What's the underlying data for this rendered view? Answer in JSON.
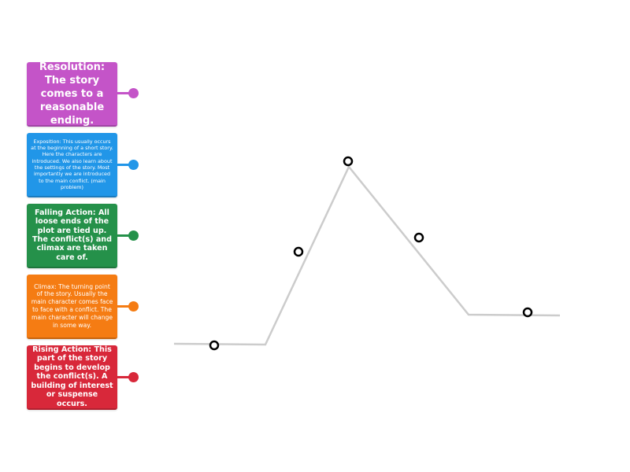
{
  "cards": [
    {
      "id": "resolution",
      "text": "Resolution: The story comes to a reasonable ending.",
      "color": "#c454c8"
    },
    {
      "id": "exposition",
      "text": "Exposition: This usually occurs at the beginning of a short story. Here the characters are introduced. We also learn about the settings of the story. Most importantly we are introduced to the main conflict. (main problem)",
      "color": "#2196e8"
    },
    {
      "id": "falling-action",
      "text": "Falling Action: All loose ends of the plot are tied up. The conflict(s) and climax are taken care of.",
      "color": "#25914a"
    },
    {
      "id": "climax",
      "text": "Climax: The turning point of the story. Usually the main character comes face to face with a conflict. The main character will change in some way.",
      "color": "#f57c13"
    },
    {
      "id": "rising-action",
      "text": "Rising Action: This part of the story begins to develop the conflict(s). A building of interest or suspense occurs.",
      "color": "#d8283a"
    }
  ]
}
